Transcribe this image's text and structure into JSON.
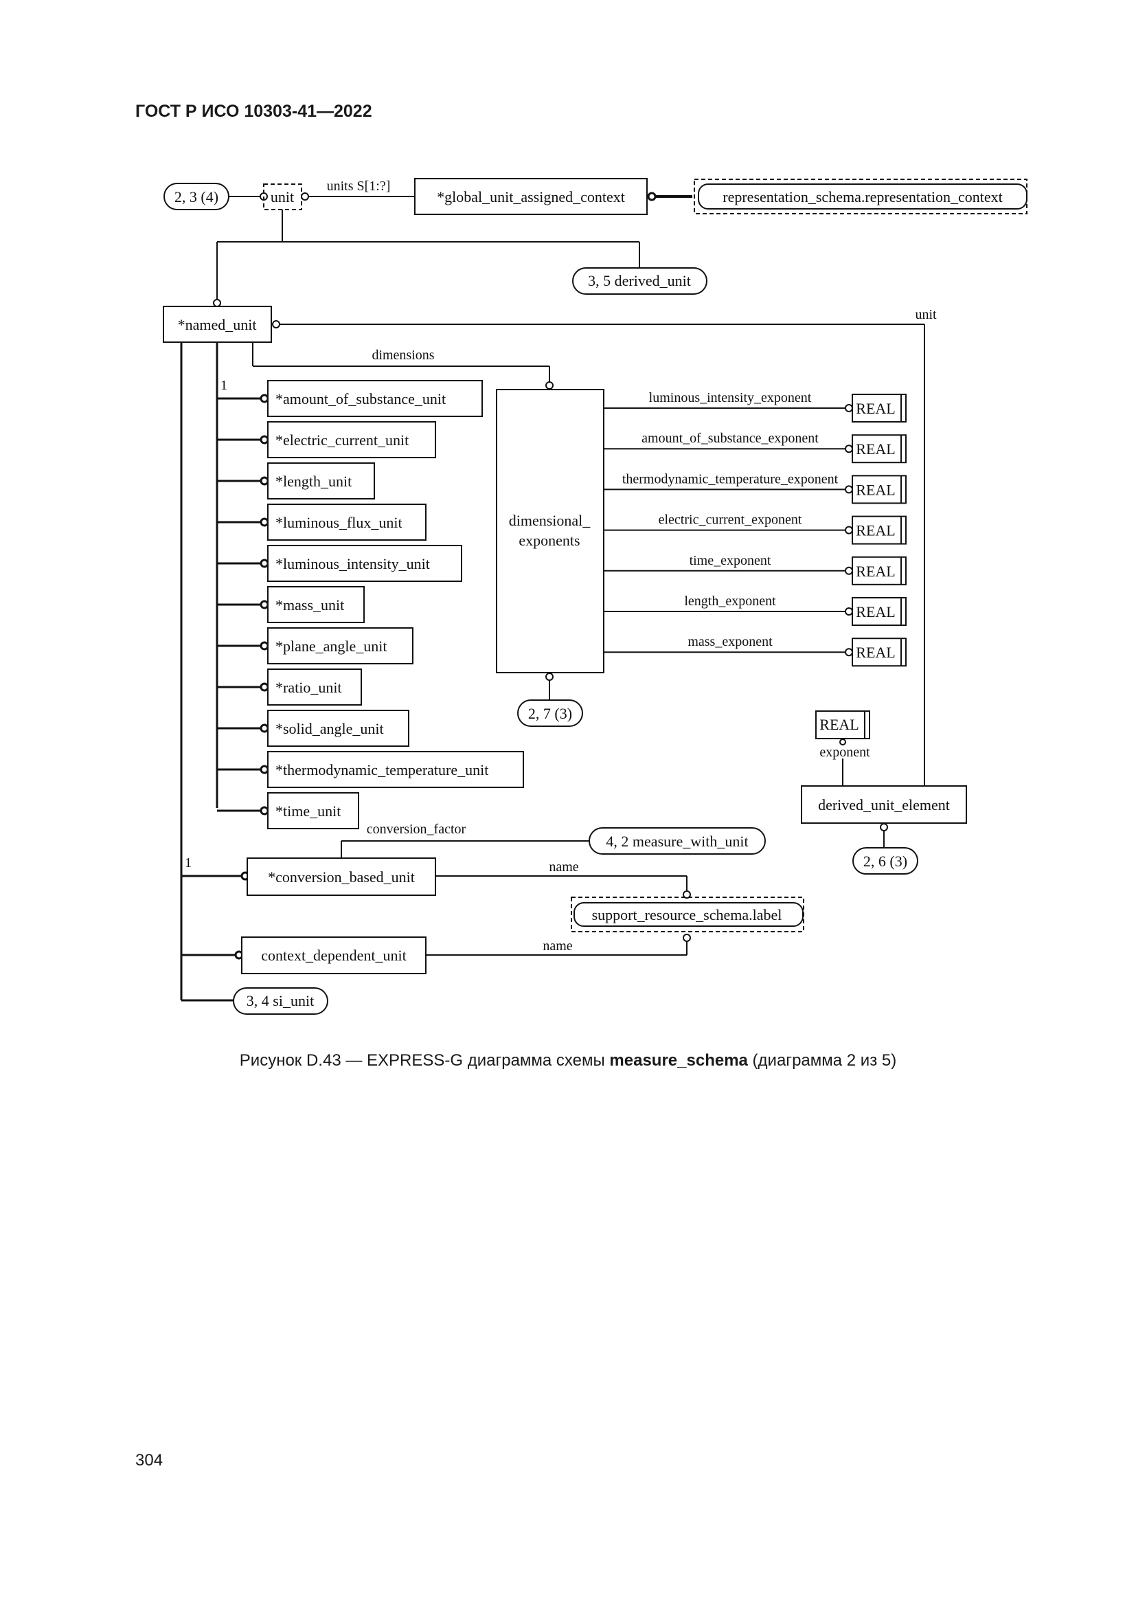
{
  "header": {
    "title": "ГОСТ Р ИСО 10303-41—2022"
  },
  "caption": {
    "prefix": "Рисунок D.43 — EXPRESS-G диаграмма схемы ",
    "bold": "measure_schema",
    "suffix": " (диаграмма 2 из 5)"
  },
  "page_number": "304",
  "diagram": {
    "page_refs": {
      "unit_ref": "2, 3 (4)",
      "derived_unit_ref": "3, 5 derived_unit",
      "dimensional_ref": "2, 7 (3)",
      "measure_with_unit_ref": "4, 2 measure_with_unit",
      "derived_unit_element_ref": "2, 6 (3)",
      "si_unit_ref": "3, 4 si_unit"
    },
    "select": {
      "unit": "unit"
    },
    "entities": {
      "global_unit_assigned_context": "*global_unit_assigned_context",
      "representation_context": "representation_schema.representation_context",
      "named_unit": "*named_unit",
      "dimensional_exponents": [
        "dimensional_",
        "exponents"
      ],
      "derived_unit_element": "derived_unit_element",
      "conversion_based_unit": "*conversion_based_unit",
      "context_dependent_unit": "context_dependent_unit",
      "support_label": "support_resource_schema.label"
    },
    "subtypes": [
      "*amount_of_substance_unit",
      "*electric_current_unit",
      "*length_unit",
      "*luminous_flux_unit",
      "*luminous_intensity_unit",
      "*mass_unit",
      "*plane_angle_unit",
      "*ratio_unit",
      "*solid_angle_unit",
      "*thermodynamic_temperature_unit",
      "*time_unit"
    ],
    "exponents": [
      "luminous_intensity_exponent",
      "amount_of_substance_exponent",
      "thermodynamic_temperature_exponent",
      "electric_current_exponent",
      "time_exponent",
      "length_exponent",
      "mass_exponent"
    ],
    "real_type": "REAL",
    "labels": {
      "units": "units S[1:?]",
      "unit": "unit",
      "dimensions": "dimensions",
      "one_a": "1",
      "one_b": "1",
      "conversion_factor": "conversion_factor",
      "name_a": "name",
      "name_b": "name",
      "exponent": "exponent"
    }
  }
}
